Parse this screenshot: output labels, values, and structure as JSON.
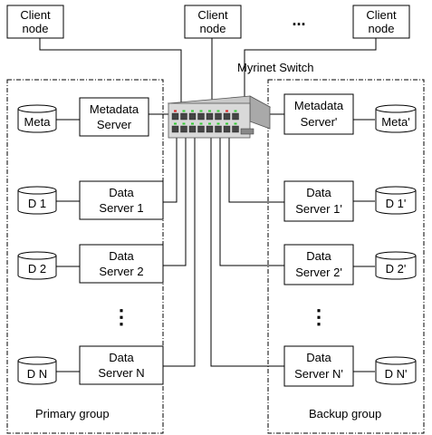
{
  "client_nodes": [
    {
      "line1": "Client",
      "line2": "node"
    },
    {
      "line1": "Client",
      "line2": "node"
    },
    {
      "line1": "Client",
      "line2": "node"
    }
  ],
  "client_ellipsis": "...",
  "switch_label": "Myrinet Switch",
  "primary": {
    "group_label": "Primary group",
    "metadata_server": {
      "line1": "Metadata",
      "line2": "Server"
    },
    "meta_disk": "Meta",
    "data_servers": [
      {
        "line1": "Data",
        "line2": "Server 1",
        "disk": "D 1"
      },
      {
        "line1": "Data",
        "line2": "Server 2",
        "disk": "D 2"
      },
      {
        "line1": "Data",
        "line2": "Server N",
        "disk": "D N"
      }
    ]
  },
  "backup": {
    "group_label": "Backup group",
    "metadata_server": {
      "line1": "Metadata",
      "line2": "Server'"
    },
    "meta_disk": "Meta'",
    "data_servers": [
      {
        "line1": "Data",
        "line2": "Server 1'",
        "disk": "D 1'"
      },
      {
        "line1": "Data",
        "line2": "Server 2'",
        "disk": "D 2'"
      },
      {
        "line1": "Data",
        "line2": "Server N'",
        "disk": "D N'"
      }
    ]
  },
  "vertical_ellipsis": "⋮",
  "colors": {
    "line": "#000000",
    "switch_front": "#d9d9d9",
    "switch_top": "#c8c8c8",
    "switch_side": "#a9a9a9",
    "led_green": "#33cc33",
    "led_red": "#dd2222"
  }
}
